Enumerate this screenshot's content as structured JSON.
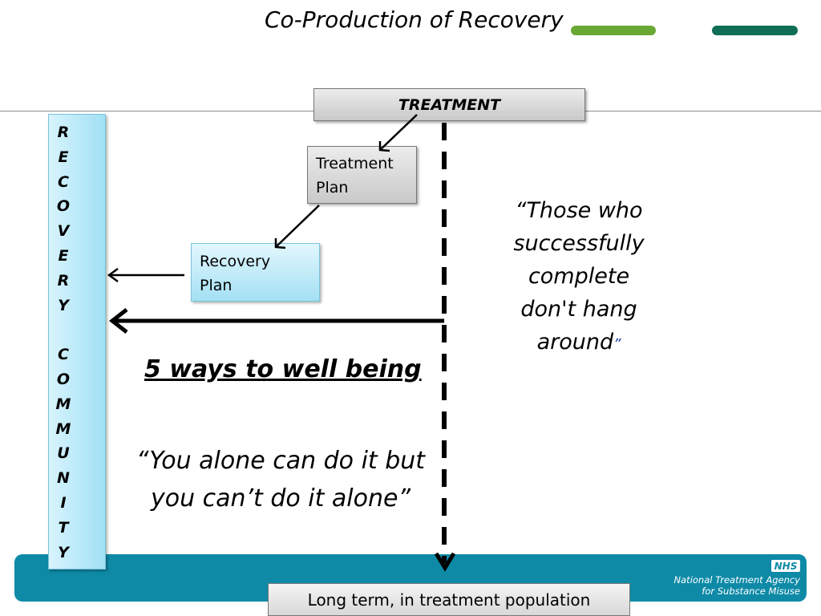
{
  "title": "Co-Production of Recovery",
  "accent_colors": {
    "light_green": "#6aa834",
    "dark_green": "#0f6e55",
    "footer_teal": "#0e8aa7"
  },
  "boxes": {
    "treatment": "TREATMENT",
    "treatment_plan": [
      "Treatment",
      "Plan"
    ],
    "recovery_plan": [
      "Recovery",
      "Plan"
    ],
    "population": "Long term, in treatment population"
  },
  "community_letters": [
    "R",
    "E",
    "C",
    "O",
    "V",
    "E",
    "R",
    "Y",
    "",
    "C",
    "O",
    "M",
    "M",
    "U",
    "N",
    "I",
    "T",
    "Y"
  ],
  "quote_right": {
    "lines": [
      "“Those who",
      "successfully",
      "complete",
      "don't hang"
    ],
    "last_word": "around",
    "close_mark": "”"
  },
  "wellbeing_heading": "5 ways to well being",
  "quote_left": [
    "“You alone can do it but",
    "you can’t do it alone”"
  ],
  "footer": {
    "logo": "NHS",
    "agency_lines": [
      "National Treatment Agency",
      "for Substance Misuse"
    ]
  }
}
